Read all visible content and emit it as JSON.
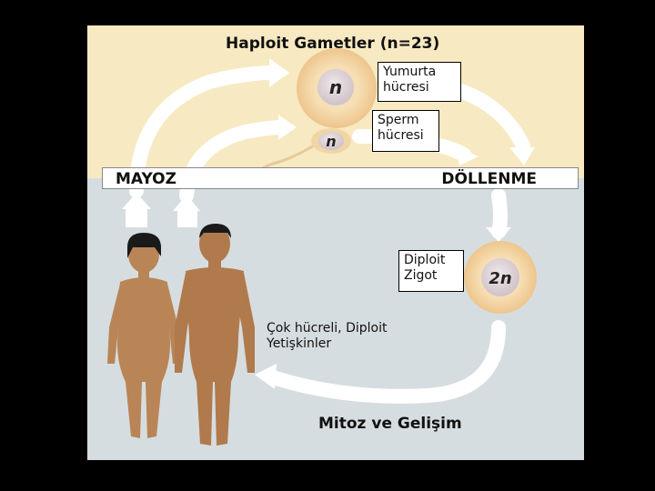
{
  "title": "Haploit Gametler (n=23)",
  "egg": {
    "label": "Yumurta hücresi",
    "symbol": "n"
  },
  "sperm": {
    "label": "Sperm hücresi",
    "symbol": "n"
  },
  "banner": {
    "left": "MAYOZ",
    "right": "DÖLLENME"
  },
  "zygote": {
    "label": "Diploit Zigot",
    "symbol": "2n"
  },
  "adults": {
    "label": "Çok hücreli, Diploit Yetişkinler"
  },
  "bottom": {
    "label": "Mitoz ve Gelişim"
  },
  "colors": {
    "top_bg": "#f7e9c1",
    "bottom_bg": "#d6dde0",
    "cell_outer": "#f4d49e",
    "cell_inner": "#e4d8dd",
    "skin": "#b98556"
  }
}
